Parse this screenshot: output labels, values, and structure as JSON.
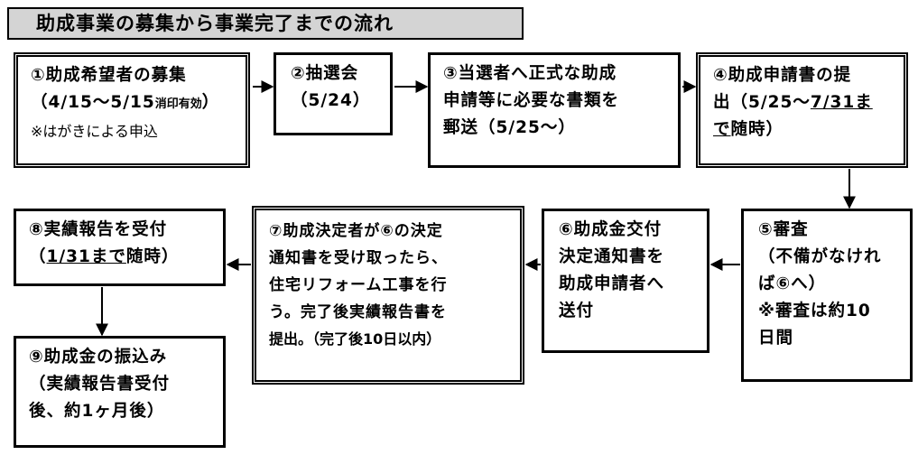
{
  "title": "助成事業の募集から事業完了までの流れ",
  "steps": {
    "s1": {
      "l1": "①助成希望者の募集",
      "l2a": "（4/15～5/15",
      "l2b": "消印有効",
      "l2c": "）",
      "l3": "※はがきによる申込"
    },
    "s2": {
      "l1": "②抽選会",
      "l2": "（5/24）"
    },
    "s3": {
      "l1": "③当選者へ正式な助成",
      "l2": "申請等に必要な書類を",
      "l3": "郵送（5/25～）"
    },
    "s4": {
      "l1": "④助成申請書の提",
      "l2a": "出（5/25～",
      "l2b": "7/31ま",
      "l3a": "で",
      "l3b": "随時）"
    },
    "s5": {
      "l1": "⑤審査",
      "l2": "（不備がなけれ",
      "l3": "ば⑥へ）",
      "l4": "※審査は約10",
      "l5": "日間"
    },
    "s6": {
      "l1": "⑥助成金交付",
      "l2": "決定通知書を",
      "l3": "助成申請者へ",
      "l4": "送付"
    },
    "s7": {
      "l1": "⑦助成決定者が⑥の決定",
      "l2": "通知書を受け取ったら、",
      "l3": "住宅リフォーム工事を行",
      "l4": "う。完了後実績報告書を",
      "l5": "提出。（完了後10日以内）"
    },
    "s8": {
      "l1": "⑧実績報告を受付",
      "l2a": "（",
      "l2b": "1/31まで",
      "l2c": "随時）"
    },
    "s9": {
      "l1": "⑨助成金の振込み",
      "l2": "（実績報告書受付",
      "l3": "後、約1ヶ月後）"
    }
  }
}
